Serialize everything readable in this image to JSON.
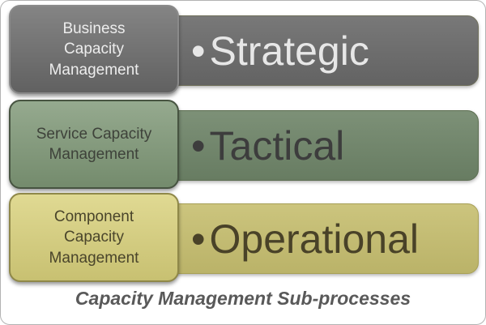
{
  "caption": {
    "text": "Capacity Management Sub-processes",
    "color": "#595959"
  },
  "rows": [
    {
      "box_label": "Business\nCapacity\nManagement",
      "bullet": "•",
      "bar_label": "Strategic",
      "colors": {
        "box_fill": "#696969",
        "box_border": "#8a8a8a",
        "box_text": "#ededed",
        "bar_fill": "#696969",
        "bar_border": "#71715c",
        "bar_text": "#e7e7e7"
      }
    },
    {
      "box_label": "Service Capacity\nManagement",
      "bullet": "•",
      "bar_label": "Tactical",
      "colors": {
        "box_fill": "#7e9776",
        "box_border": "#475441",
        "box_text": "#3e423a",
        "bar_fill": "#6e8468",
        "bar_border": "#5c6e51",
        "bar_text": "#3d3d3d"
      }
    },
    {
      "box_label": "Component\nCapacity\nManagement",
      "bullet": "•",
      "bar_label": "Operational",
      "colors": {
        "box_fill": "#d9d17b",
        "box_border": "#8f8849",
        "box_text": "#4a452b",
        "bar_fill": "#c6be6f",
        "bar_border": "#a9a156",
        "bar_text": "#494228"
      }
    }
  ]
}
